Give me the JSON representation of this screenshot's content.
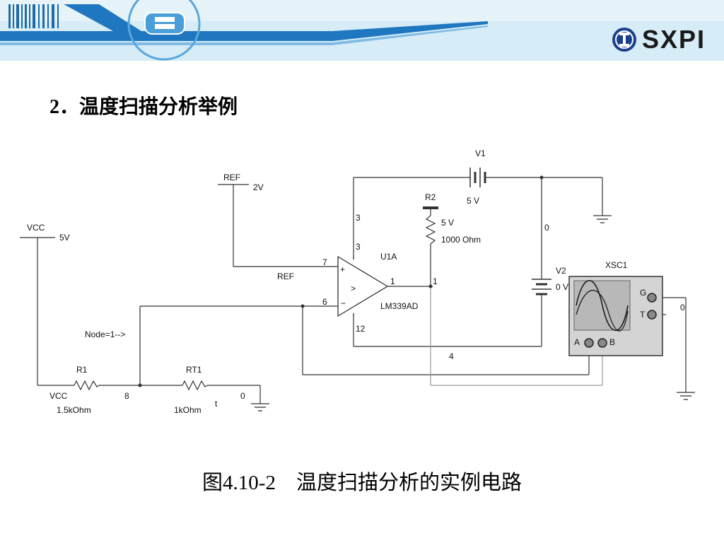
{
  "logo": {
    "text": "SXPI",
    "emblem": "sxpi-emblem-icon"
  },
  "heading": "2．温度扫描分析举例",
  "caption": "图4.10-2　温度扫描分析的实例电路",
  "circuit": {
    "ref_source": {
      "name": "REF",
      "value": "2V"
    },
    "vcc_source": {
      "name": "VCC",
      "value": "5V"
    },
    "v1": {
      "name": "V1",
      "value": "5 V"
    },
    "v2": {
      "name": "V2",
      "value": "0 V"
    },
    "r2": {
      "name": "R2",
      "value1": "5 V",
      "value2": "1000 Ohm"
    },
    "r1": {
      "name": "R1",
      "node": "VCC",
      "value": "1.5kOhm"
    },
    "rt1": {
      "name": "RT1",
      "value": "1kOhm",
      "temp": "t"
    },
    "opamp": {
      "name": "U1A",
      "part": "LM339AD",
      "plus": "+",
      "minus": "−",
      "symbol": ">"
    },
    "scope": {
      "name": "XSC1",
      "g": "G",
      "t": "T",
      "a": "A",
      "b": "B"
    },
    "labels": {
      "ref_pin": "REF",
      "pin7": "7",
      "pin6": "6",
      "pin1": "1",
      "pin12": "12",
      "pin3a": "3",
      "pin3b": "3",
      "node_label": "Node=1-->",
      "node8": "8",
      "node0_a": "0",
      "node0_b": "0",
      "node0_c": "0",
      "node4": "4",
      "out_node": "1"
    }
  }
}
